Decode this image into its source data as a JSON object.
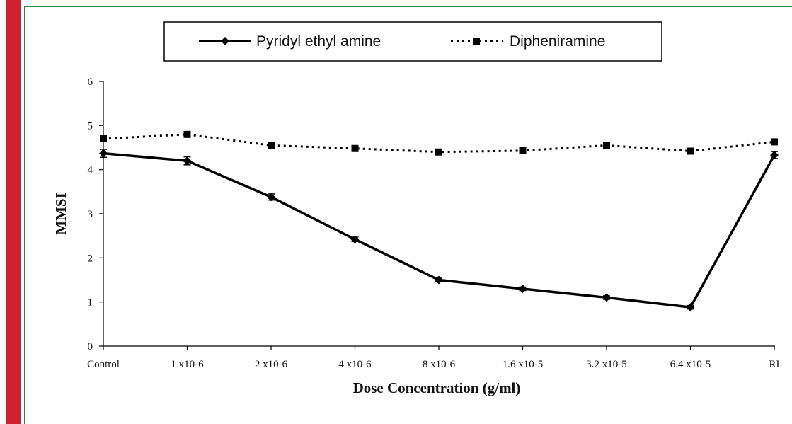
{
  "chart_data": {
    "type": "line",
    "xlabel": "Dose Concentration (g/ml)",
    "ylabel": "MMSI",
    "ylim": [
      0,
      6
    ],
    "yticks": [
      0,
      1,
      2,
      3,
      4,
      5,
      6
    ],
    "categories": [
      "Control",
      "1 x10-6",
      "2 x10-6",
      "4 x10-6",
      "8 x10-6",
      "1.6 x10-5",
      "3.2 x10-5",
      "6.4 x10-5",
      "RI"
    ],
    "grid": false,
    "legend_position": "top",
    "series": [
      {
        "name": "Pyridyl ethyl amine",
        "values": [
          4.37,
          4.2,
          3.38,
          2.42,
          1.5,
          1.3,
          1.1,
          0.88,
          4.33
        ],
        "errors": [
          0.09,
          0.09,
          0.07,
          0.05,
          0.04,
          0.04,
          0.04,
          0.04,
          0.08
        ],
        "line_style": "solid",
        "marker": "diamond",
        "color": "#000000"
      },
      {
        "name": "Dipheniramine",
        "values": [
          4.7,
          4.8,
          4.55,
          4.48,
          4.4,
          4.43,
          4.55,
          4.42,
          4.63
        ],
        "line_style": "dotted",
        "marker": "square",
        "color": "#000000"
      }
    ]
  },
  "decor": {
    "strip_color": "#cf2233",
    "frame_color": "#2f8a45"
  }
}
